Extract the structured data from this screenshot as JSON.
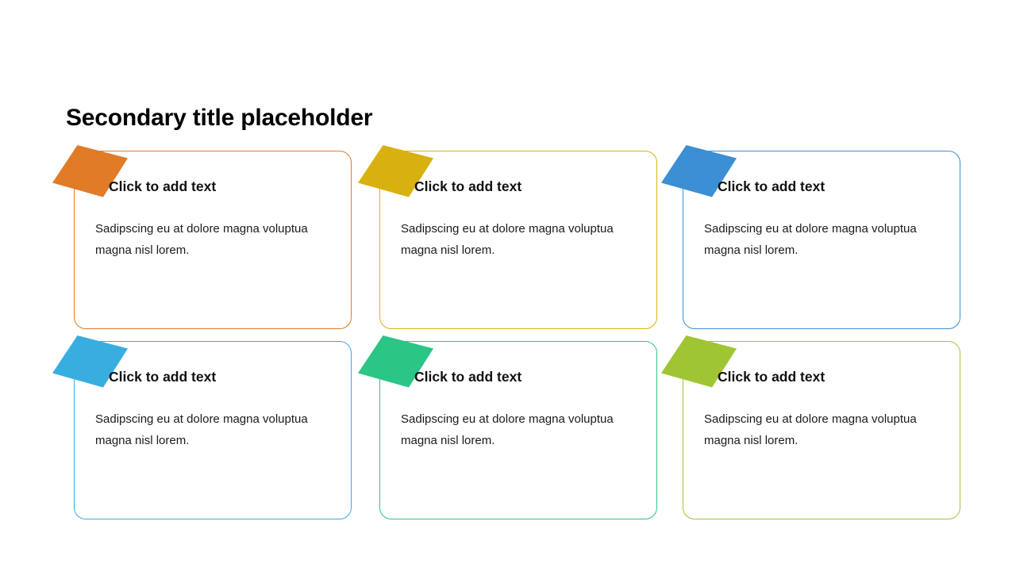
{
  "slide": {
    "title": "Secondary title placeholder",
    "background_color": "#ffffff"
  },
  "cards": [
    {
      "id": "card-1",
      "heading": "Click to add text",
      "body": "Sadipscing eu at dolore magna voluptua magna nisl lorem.",
      "accent_color": "#E07B28",
      "border_color": "#E07B28",
      "tape_icon": "tape-ribbon-icon",
      "row": 0,
      "col": 0
    },
    {
      "id": "card-2",
      "heading": "Click to add text",
      "body": "Sadipscing eu at dolore magna voluptua magna nisl lorem.",
      "accent_color": "#D9B10E",
      "border_color": "#D9B10E",
      "tape_icon": "tape-ribbon-icon",
      "row": 0,
      "col": 1
    },
    {
      "id": "card-3",
      "heading": "Click to add text",
      "body": "Sadipscing eu at dolore magna voluptua magna nisl lorem.",
      "accent_color": "#3B8FD4",
      "border_color": "#3B8FD4",
      "tape_icon": "tape-ribbon-icon",
      "row": 0,
      "col": 2
    },
    {
      "id": "card-4",
      "heading": "Click to add text",
      "body": "Sadipscing eu at dolore magna voluptua magna nisl lorem.",
      "accent_color": "#38AEE0",
      "border_color": "#3FA9E5",
      "tape_icon": "tape-ribbon-icon",
      "row": 1,
      "col": 0
    },
    {
      "id": "card-5",
      "heading": "Click to add text",
      "body": "Sadipscing eu at dolore magna voluptua magna nisl lorem.",
      "accent_color": "#2BC585",
      "border_color": "#2BC585",
      "tape_icon": "tape-ribbon-icon",
      "row": 1,
      "col": 1
    },
    {
      "id": "card-6",
      "heading": "Click to add text",
      "body": "Sadipscing eu at dolore magna voluptua magna nisl lorem.",
      "accent_color": "#A0C534",
      "border_color": "#A0C534",
      "tape_icon": "tape-ribbon-icon",
      "row": 1,
      "col": 2
    }
  ]
}
